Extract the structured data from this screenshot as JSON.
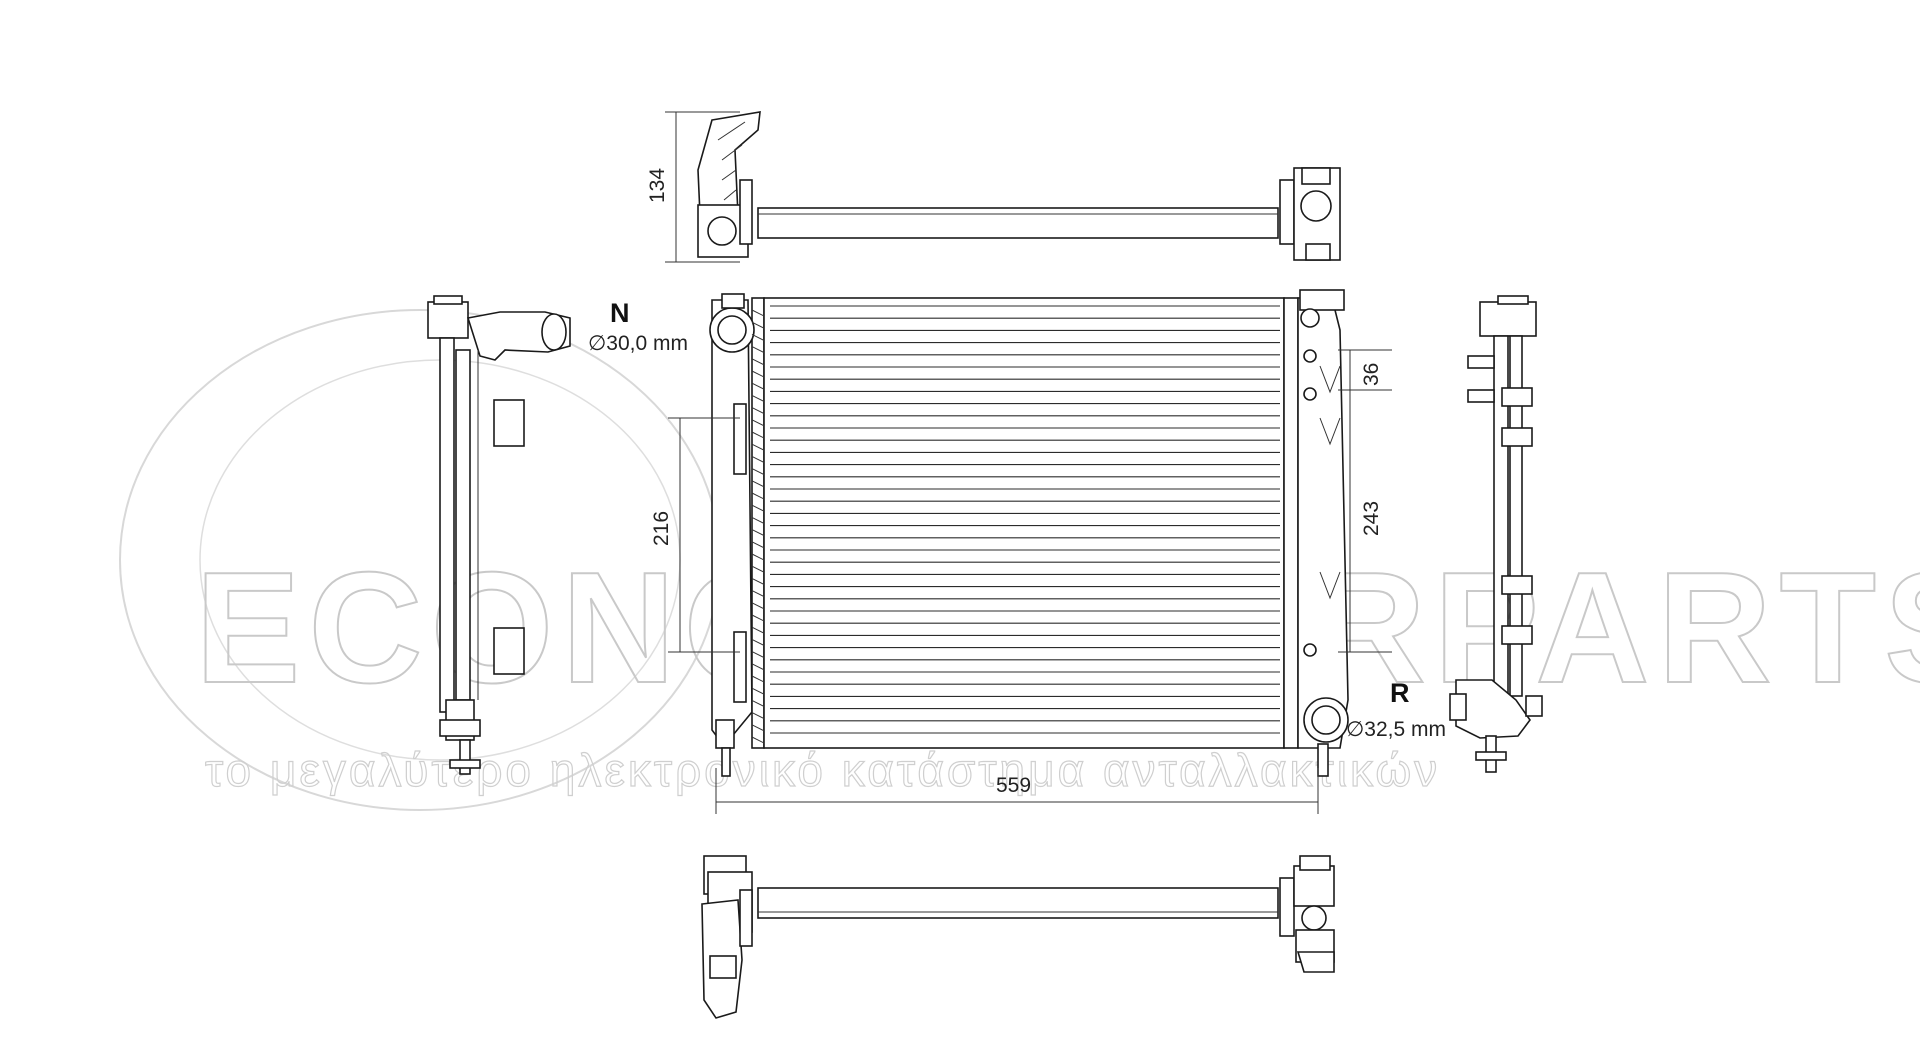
{
  "watermark": {
    "brand": "ECONOMYCARPARTS.GR",
    "tagline": "το μεγαλύτερο ηλεκτρονικό κατάστημα ανταλλακτικών"
  },
  "labels": {
    "inlet_letter": "N",
    "inlet_diameter": "∅30,0 mm",
    "outlet_letter": "R",
    "outlet_diameter": "∅32,5 mm"
  },
  "dimensions": {
    "top_height": "134",
    "core_height": "216",
    "mount_offset": "36",
    "right_height": "243",
    "width": "559"
  },
  "colors": {
    "line": "#1a1a1a",
    "watermark": "#c9c9c9"
  }
}
